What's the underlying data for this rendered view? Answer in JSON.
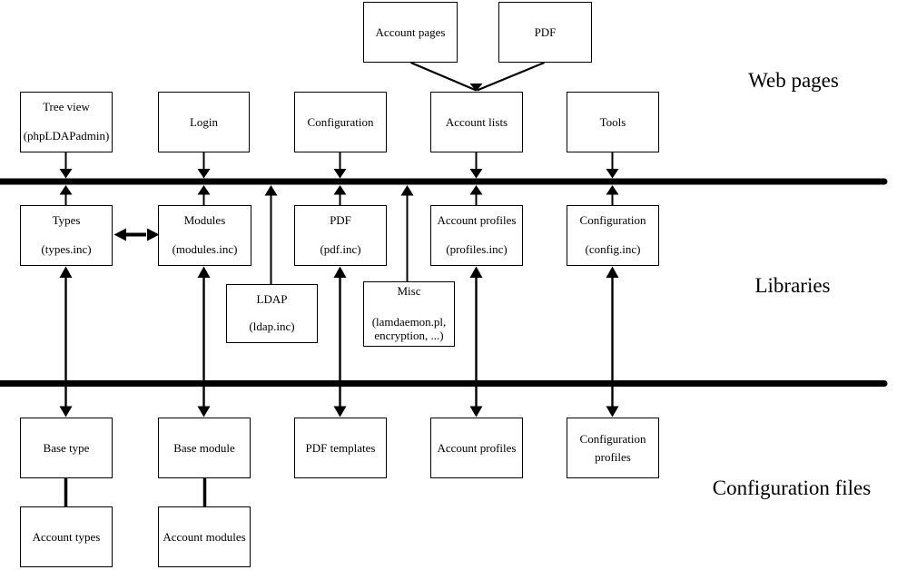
{
  "sections": {
    "web_pages": "Web pages",
    "libraries": "Libraries",
    "configuration_files": "Configuration files"
  },
  "boxes": {
    "account_pages": {
      "line1": "Account pages"
    },
    "pdf_page": {
      "line1": "PDF"
    },
    "tree_view": {
      "line1": "Tree view",
      "line2": "(phpLDAPadmin)"
    },
    "login": {
      "line1": "Login"
    },
    "configuration_page": {
      "line1": "Configuration"
    },
    "account_lists": {
      "line1": "Account lists"
    },
    "tools": {
      "line1": "Tools"
    },
    "types": {
      "line1": "Types",
      "line2": "(types.inc)"
    },
    "modules": {
      "line1": "Modules",
      "line2": "(modules.inc)"
    },
    "pdf_lib": {
      "line1": "PDF",
      "line2": "(pdf.inc)"
    },
    "account_profiles_lib": {
      "line1": "Account profiles",
      "line2": "(profiles.inc)"
    },
    "configuration_lib": {
      "line1": "Configuration",
      "line2": "(config.inc)"
    },
    "ldap": {
      "line1": "LDAP",
      "line2": "(ldap.inc)"
    },
    "misc": {
      "line1": "Misc",
      "line2": "(lamdaemon.pl,",
      "line3": "encryption, ...)"
    },
    "base_type": {
      "line1": "Base type"
    },
    "base_module": {
      "line1": "Base module"
    },
    "pdf_templates": {
      "line1": "PDF templates"
    },
    "account_profiles_file": {
      "line1": "Account profiles"
    },
    "configuration_profiles": {
      "line1": "Configuration",
      "line2": "profiles"
    },
    "account_types": {
      "line1": "Account types"
    },
    "account_modules": {
      "line1": "Account modules"
    }
  }
}
